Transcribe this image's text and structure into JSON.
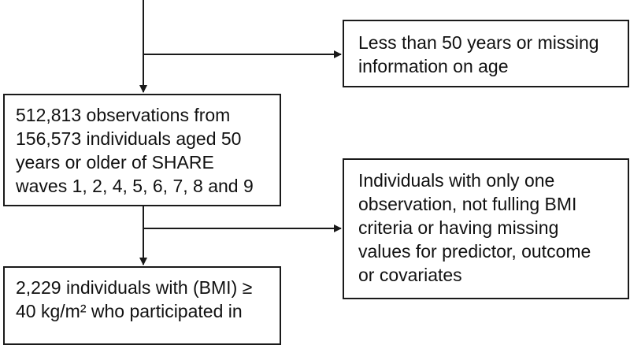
{
  "diagram": {
    "boxes": {
      "exclusion_age": "Less than 50 years or missing\ninformation on age",
      "share_observations": "512,813 observations from\n156,573 individuals aged 50\nyears or older of SHARE\nwaves 1, 2, 4, 5, 6, 7, 8 and 9",
      "exclusion_bmi": "Individuals with only one\nobservation, not fulling BMI\ncriteria or having missing\nvalues for predictor, outcome\nor covariates",
      "final_sample": "2,229 individuals with (BMI) ≥\n40 kg/m² who participated in"
    },
    "colors": {
      "stroke": "#1a1a1a",
      "background": "#ffffff"
    }
  }
}
